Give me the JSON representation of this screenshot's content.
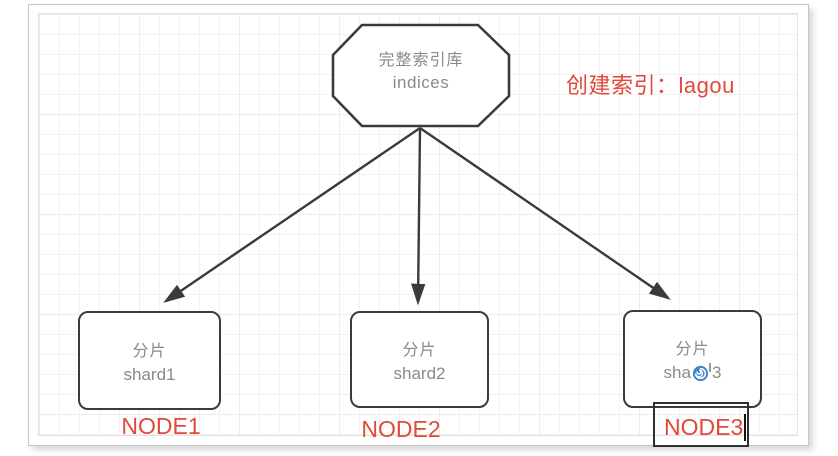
{
  "annotation": {
    "text": "创建索引：lagou"
  },
  "index_node": {
    "title": "完整索引库",
    "subtitle": "indices"
  },
  "shards": [
    {
      "title": "分片",
      "label": "shard1",
      "node_label": "NODE1"
    },
    {
      "title": "分片",
      "label": "shard2",
      "node_label": "NODE2"
    },
    {
      "title": "分片",
      "label_prefix": "sha",
      "label_suffix": "3",
      "node_label": "NODE3",
      "overlay_icon": "loading-spinner-icon"
    }
  ],
  "edges": [
    {
      "from": "indices",
      "to": "shard1"
    },
    {
      "from": "indices",
      "to": "shard2"
    },
    {
      "from": "indices",
      "to": "shard3"
    }
  ],
  "colors": {
    "shape_stroke": "#3b3b3b",
    "shape_text": "#8a8a8a",
    "accent_red": "#df4a3a",
    "spinner_blue": "#3e86cc",
    "grid_line": "#f5f1f3",
    "panel_border": "#c6c6c6"
  }
}
